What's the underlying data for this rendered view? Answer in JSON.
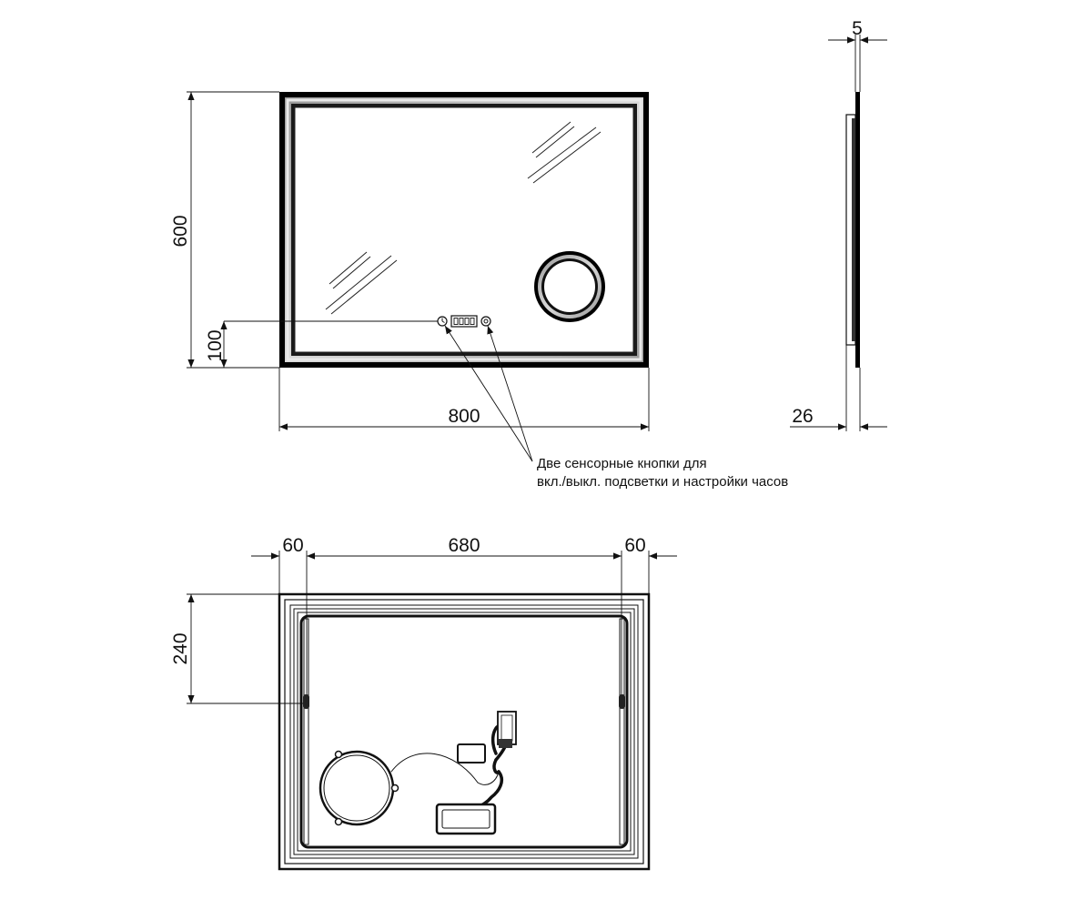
{
  "front_view": {
    "width_label": "800",
    "height_label": "600",
    "sensor_height_label": "100",
    "callout_line1": "Две сенсорные кнопки для",
    "callout_line2": "вкл./выкл. подсветки и настройки часов"
  },
  "side_view": {
    "glass_thickness_label": "5",
    "depth_label": "26"
  },
  "back_view": {
    "left_offset_label": "60",
    "mount_spacing_label": "680",
    "right_offset_label": "60",
    "mount_height_label": "240"
  }
}
